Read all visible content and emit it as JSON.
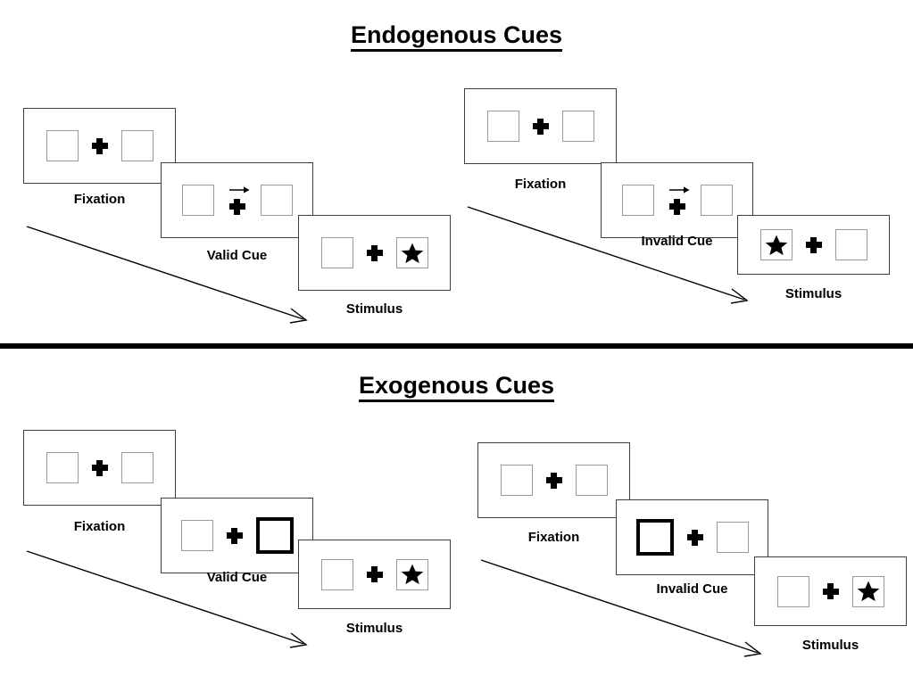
{
  "page": {
    "background": "#ffffff",
    "ink": "#000000",
    "box_border": "#9a9a9a",
    "frame_border": "#3f3f3f"
  },
  "sections": [
    {
      "id": "endogenous",
      "title": "Endogenous Cues",
      "cue_type": "arrow",
      "columns": [
        {
          "id": "valid",
          "cue_label": "Valid Cue",
          "panels": [
            {
              "label": "Fixation",
              "left": "empty",
              "center": "plus",
              "right": "empty"
            },
            {
              "label": "Valid Cue",
              "left": "empty",
              "center": "plus-arrow-right",
              "right": "empty"
            },
            {
              "label": "Stimulus",
              "left": "empty",
              "center": "plus",
              "right": "star"
            }
          ]
        },
        {
          "id": "invalid",
          "cue_label": "Invalid Cue",
          "panels": [
            {
              "label": "Fixation",
              "left": "empty",
              "center": "plus",
              "right": "empty"
            },
            {
              "label": "Invalid Cue",
              "left": "empty",
              "center": "plus-arrow-right",
              "right": "empty"
            },
            {
              "label": "Stimulus",
              "left": "star",
              "center": "plus",
              "right": "empty"
            }
          ]
        }
      ]
    },
    {
      "id": "exogenous",
      "title": "Exogenous Cues",
      "cue_type": "box-flash",
      "columns": [
        {
          "id": "valid",
          "cue_label": "Valid Cue",
          "panels": [
            {
              "label": "Fixation",
              "left": "empty",
              "center": "plus",
              "right": "empty"
            },
            {
              "label": "Valid Cue",
              "left": "empty",
              "center": "plus",
              "right": "cue-box"
            },
            {
              "label": "Stimulus",
              "left": "empty",
              "center": "plus",
              "right": "star"
            }
          ]
        },
        {
          "id": "invalid",
          "cue_label": "Invalid Cue",
          "panels": [
            {
              "label": "Fixation",
              "left": "empty",
              "center": "plus",
              "right": "empty"
            },
            {
              "label": "Invalid Cue",
              "left": "cue-box",
              "center": "plus",
              "right": "empty"
            },
            {
              "label": "Stimulus",
              "left": "empty",
              "center": "plus",
              "right": "star"
            }
          ]
        }
      ]
    }
  ],
  "labels": {
    "fixation": "Fixation",
    "valid_cue": "Valid Cue",
    "invalid_cue": "Invalid Cue",
    "stimulus": "Stimulus"
  },
  "icons": {
    "fixation_cross": "plus-icon",
    "arrow_cue": "arrow-right-icon",
    "target": "star-icon",
    "flow": "diagonal-arrow-icon"
  }
}
